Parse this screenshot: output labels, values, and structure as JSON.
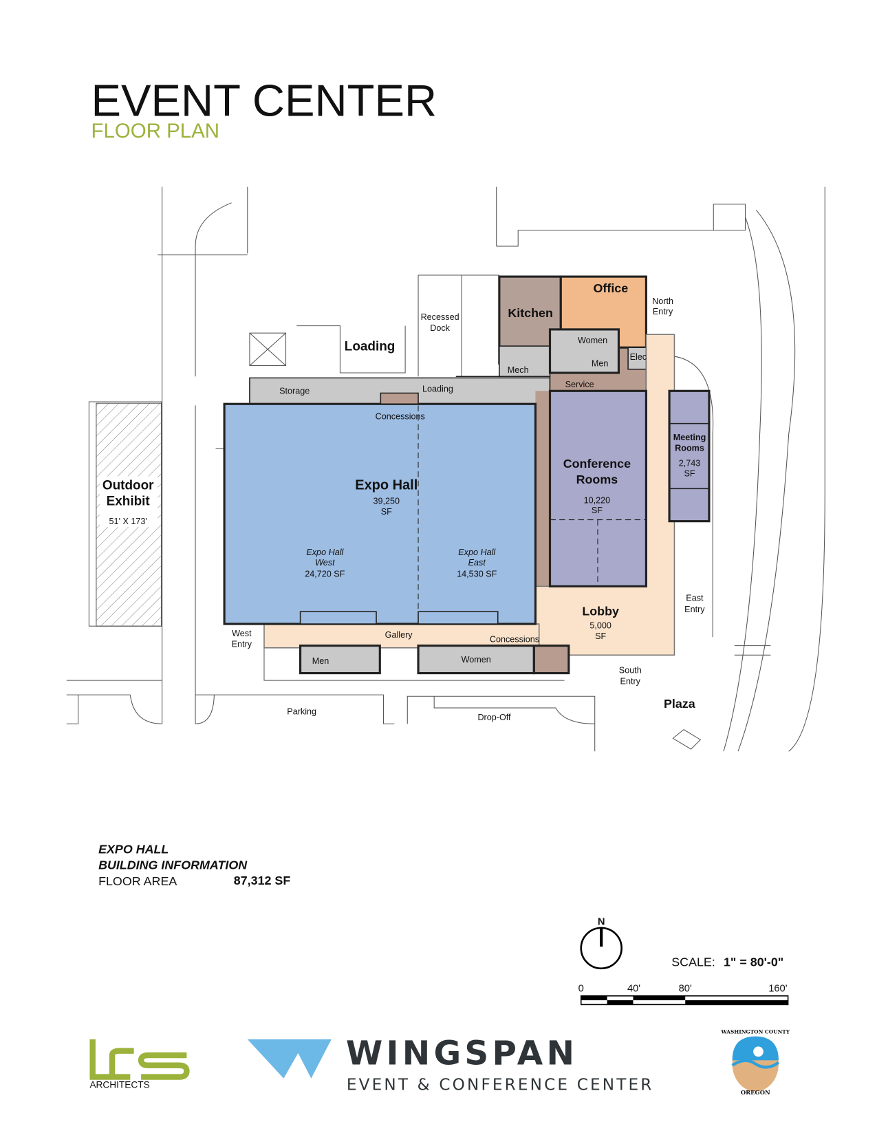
{
  "header": {
    "title": "EVENT CENTER",
    "subtitle": "FLOOR PLAN"
  },
  "plan": {
    "expo_hall": {
      "name": "Expo Hall",
      "area": "39,250",
      "unit": "SF"
    },
    "expo_west": {
      "name1": "Expo Hall",
      "name2": "West",
      "area": "24,720 SF"
    },
    "expo_east": {
      "name1": "Expo Hall",
      "name2": "East",
      "area": "14,530 SF"
    },
    "conference": {
      "name1": "Conference",
      "name2": "Rooms",
      "area": "10,220",
      "unit": "SF"
    },
    "meeting": {
      "name1": "Meeting",
      "name2": "Rooms",
      "area": "2,743",
      "unit": "SF"
    },
    "lobby": {
      "name": "Lobby",
      "area": "5,000",
      "unit": "SF"
    },
    "outdoor": {
      "name1": "Outdoor",
      "name2": "Exhibit",
      "dims": "51' X 173'"
    },
    "kitchen": "Kitchen",
    "office": "Office",
    "north_entry": [
      "North",
      "Entry"
    ],
    "east_entry": [
      "East",
      "Entry"
    ],
    "south_entry": [
      "South",
      "Entry"
    ],
    "west_entry": [
      "West",
      "Entry"
    ],
    "women": "Women",
    "men": "Men",
    "elec": "Elec",
    "mech": "Mech",
    "service": "Service",
    "storage": "Storage",
    "loading_small": "Loading",
    "loading": "Loading",
    "recessed_dock": [
      "Recessed",
      "Dock"
    ],
    "concessions_top": "Concessions",
    "concessions_bottom": "Concessions",
    "gallery": "Gallery",
    "men_bottom": "Men",
    "women_bottom": "Women",
    "parking": "Parking",
    "drop_off": "Drop-Off",
    "plaza": "Plaza"
  },
  "info": {
    "line1": "EXPO HALL",
    "line2": "BUILDING INFORMATION",
    "floor_area_label": "FLOOR AREA",
    "floor_area_value": "87,312 SF"
  },
  "legend": {
    "north": "N",
    "scale_label": "SCALE:",
    "scale_value": "1\" = 80'-0\"",
    "ticks": [
      "0",
      "40'",
      "80'",
      "160'"
    ]
  },
  "logos": {
    "lrs": "lrs",
    "lrs_sub": "ARCHITECTS",
    "wingspan": "WINGSPAN",
    "wingspan_sub": "EVENT & CONFERENCE CENTER",
    "county_top": "WASHINGTON COUNTY",
    "county_bottom": "OREGON"
  },
  "colors": {
    "expo": "#9dbde3",
    "conference": "#a9a9cc",
    "lobby": "#fbe3cb",
    "kitchen": "#b5a097",
    "office": "#f2b98a",
    "service": "#c9c9c9",
    "accent_green": "#9bb23b",
    "wingspan_blue": "#6cb8e6",
    "wingspan_dark": "#2e3437"
  }
}
